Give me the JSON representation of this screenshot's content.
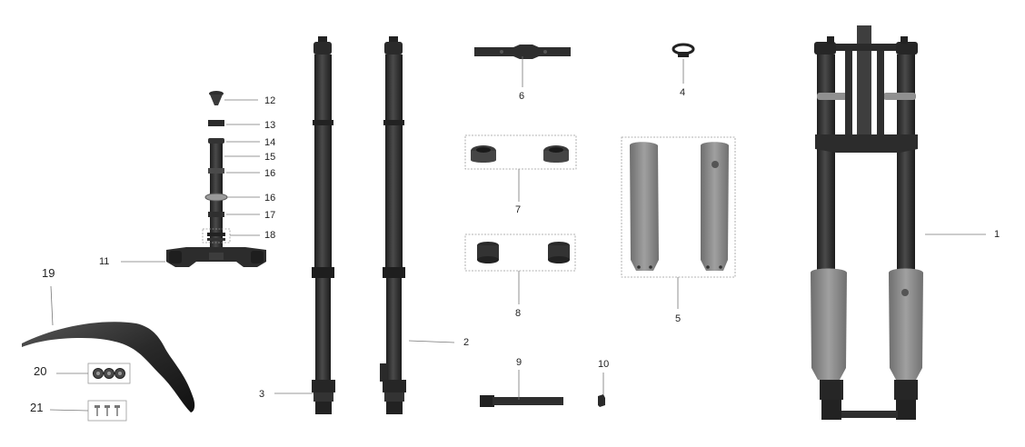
{
  "diagram": {
    "labels": {
      "p1": "1",
      "p2": "2",
      "p3": "3",
      "p4": "4",
      "p5": "5",
      "p6": "6",
      "p7": "7",
      "p8": "8",
      "p9": "9",
      "p10": "10",
      "p11": "11",
      "p12": "12",
      "p13": "13",
      "p14": "14",
      "p15": "15",
      "p16a": "16",
      "p16b": "16",
      "p17": "17",
      "p18": "18",
      "p19": "19",
      "p20": "20",
      "p21": "21"
    },
    "colors": {
      "part_dark": "#3a3a3a",
      "part_black": "#2a2a2a",
      "guard_gray": "#8c8c8c",
      "leader_line": "#777777",
      "box_outline": "#9a9a9a"
    }
  }
}
